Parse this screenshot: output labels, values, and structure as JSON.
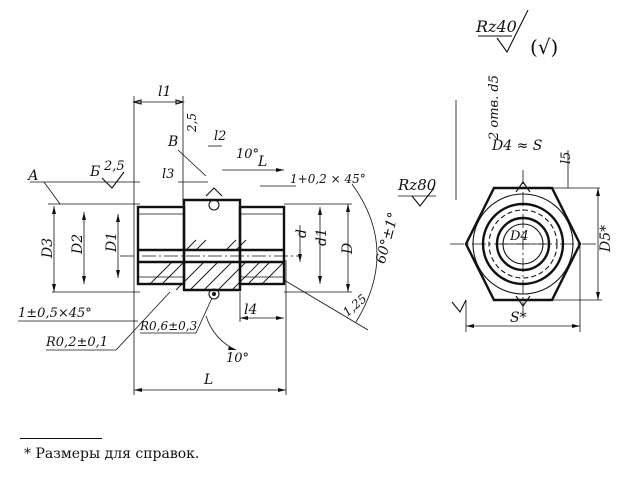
{
  "labels": {
    "rz40": "Rz40",
    "check": "(√)",
    "l1": "l1",
    "l2": "l2",
    "l3": "l3",
    "l4": "l4",
    "l5": "l5",
    "l_top": "L",
    "l_bottom": "L",
    "v": "В",
    "a": "А",
    "b": "Б",
    "b_val": "2,5",
    "v_val": "2,5",
    "angle_top": "10°",
    "angle_bottom": "10°",
    "chamfer_top": "1+0,2 × 45°",
    "chamfer_bottom": "1±0,5×45°",
    "d3": "D3",
    "d2": "D2",
    "d1": "D1",
    "d_small": "d",
    "d1_small": "d1",
    "d_big": "D",
    "angle60": "60°±1°",
    "r125": "1,25",
    "r02": "R0,2±0,1",
    "r06": "R0,6±0,3",
    "rz80": "Rz80",
    "otv": "2 отв. d5",
    "d4s": "D4 ≈ S",
    "d4": "D4",
    "d5star": "D5*",
    "sstar": "S*"
  },
  "footnote": "* Размеры для справок."
}
